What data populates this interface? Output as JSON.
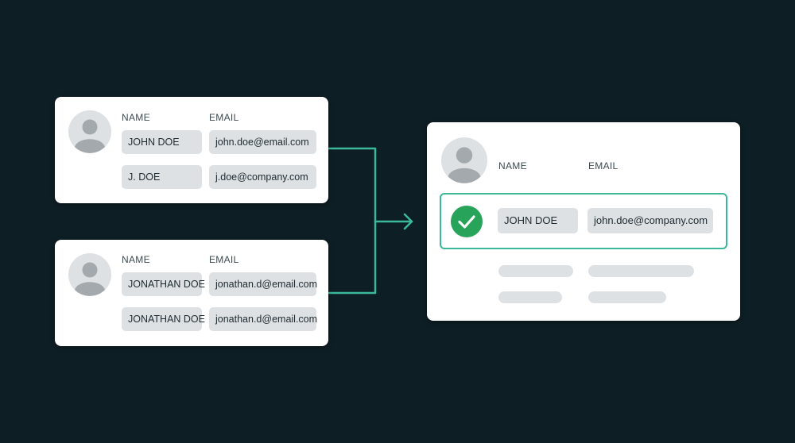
{
  "colors": {
    "background": "#0d1e24",
    "accent": "#3bb89a",
    "check": "#27a35a",
    "chip": "#dde1e4"
  },
  "source_records": [
    {
      "name_header": "NAME",
      "email_header": "EMAIL",
      "rows": [
        {
          "name": "JOHN DOE",
          "email": "john.doe@email.com"
        },
        {
          "name": "J. DOE",
          "email": "j.doe@company.com"
        }
      ]
    },
    {
      "name_header": "NAME",
      "email_header": "EMAIL",
      "rows": [
        {
          "name": "JONATHAN DOE",
          "email": "jonathan.d@email.com"
        },
        {
          "name": "JONATHAN DOE",
          "email": "jonathan.d@email.com"
        }
      ]
    }
  ],
  "merged_record": {
    "name_header": "NAME",
    "email_header": "EMAIL",
    "name": "JOHN DOE",
    "email": "john.doe@company.com",
    "status_icon": "check-circle-icon"
  },
  "icons": {
    "avatar": "user-avatar-icon",
    "arrow": "arrow-right-icon"
  }
}
